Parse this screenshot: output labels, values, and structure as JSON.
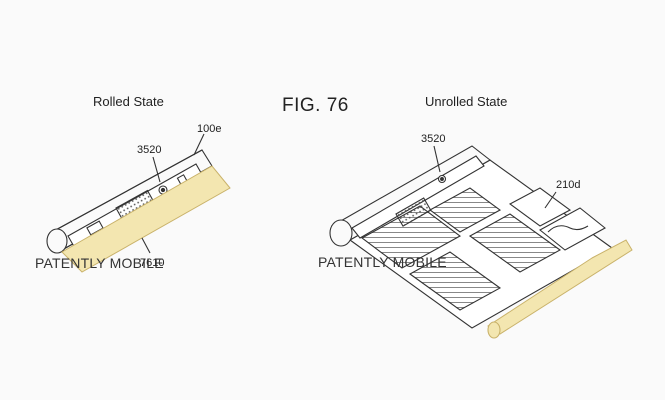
{
  "figure": {
    "fig_label": "FIG. 76",
    "rolled": {
      "title": "Rolled State",
      "ref_device": "100e",
      "ref_display": "3520",
      "ref_band": "7610"
    },
    "unrolled": {
      "title": "Unrolled State",
      "ref_display": "3520",
      "ref_screen": "210d"
    },
    "watermark": "PATENTLY MOBILE"
  },
  "colors": {
    "background": "#fafafa",
    "line": "#333333",
    "band_fill": "#f3e6b0",
    "band_stroke": "#c9b26a"
  },
  "icons": [
    "camera-lens-icon",
    "speaker-grille-icon",
    "flashlight-icon"
  ]
}
